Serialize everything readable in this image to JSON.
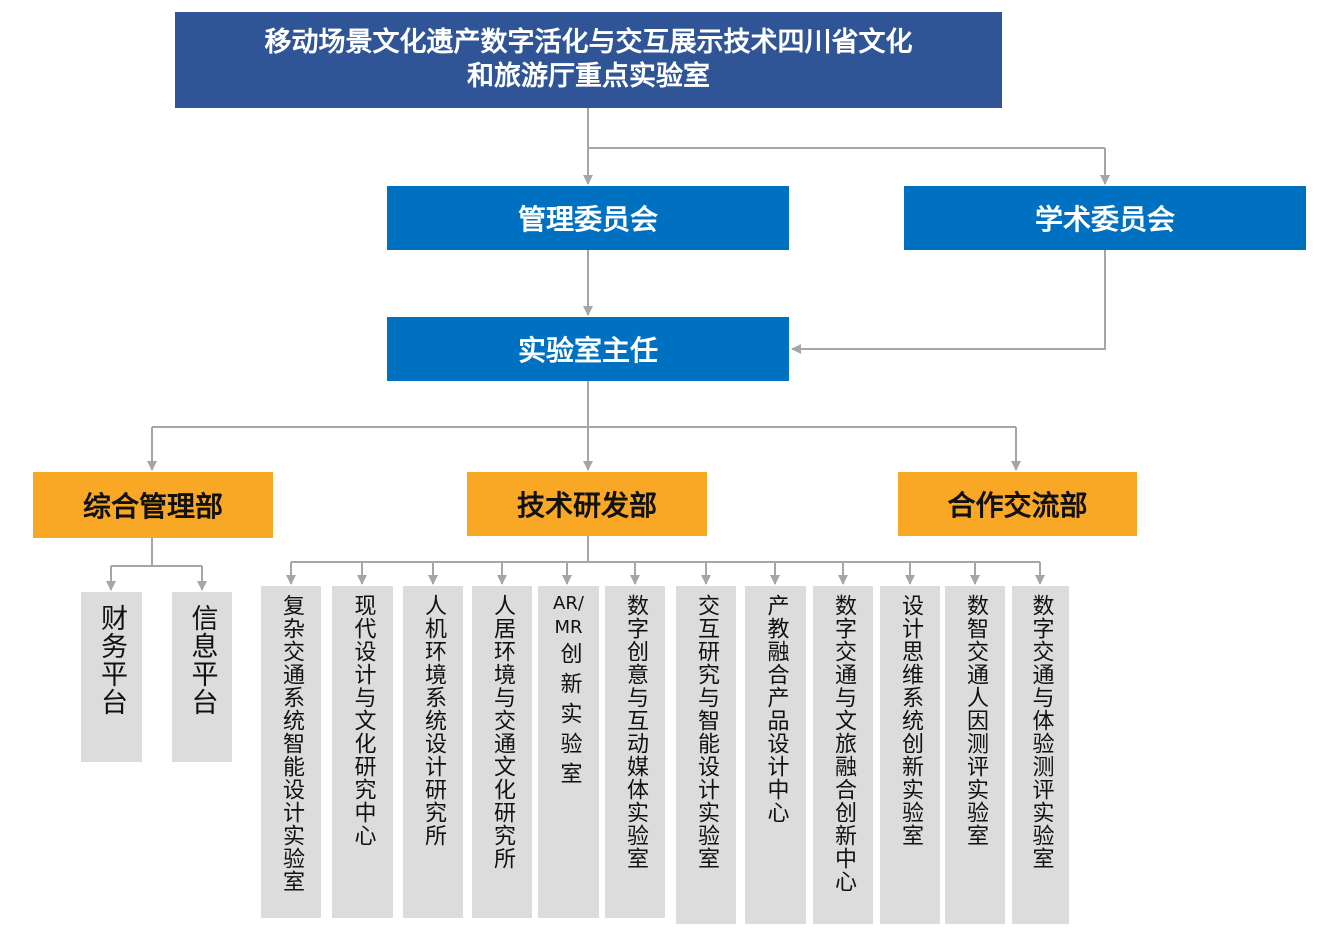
{
  "title_line1": "移动场景文化遗产数字活化与交互展示技术四川省文化",
  "title_line2": "和旅游厅重点实验室",
  "management_committee": "管理委员会",
  "academic_committee": "学术委员会",
  "director": "实验室主任",
  "departments": {
    "general": "综合管理部",
    "tech": "技术研发部",
    "cooperation": "合作交流部"
  },
  "general_units": [
    "财务平台",
    "信息平台"
  ],
  "tech_units": [
    "复杂交通系统智能设计实验室",
    "现代设计与文化研究中心",
    "人机环境系统设计研究所",
    "人居环境与交通文化研究所",
    "AR/MR创新实验室",
    "数字创意与互动媒体实验室",
    "交互研究与智能设计实验室",
    "产教融合产品设计中心",
    "数字交通与文旅融合创新中心",
    "设计思维系统创新实验室",
    "数智交通人因测评实验室",
    "数字交通与体验测评实验室"
  ],
  "ar_mr_parts": {
    "latin1": "AR/",
    "latin2": "MR",
    "cjk": "创新实验室"
  },
  "colors": {
    "top": "#2F5597",
    "blue": "#0070C0",
    "orange": "#F9A825",
    "grey": "#DCDCDC",
    "line": "#A6A6A6"
  }
}
